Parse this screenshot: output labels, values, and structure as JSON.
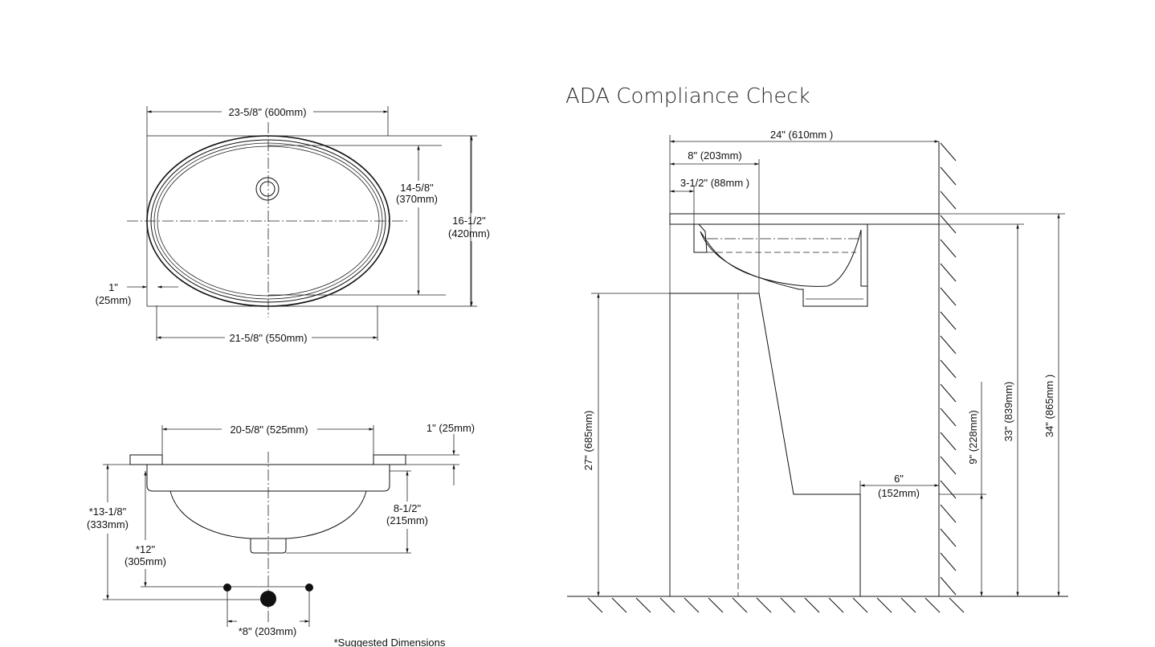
{
  "ada_title": "ADA Compliance Check",
  "top_view": {
    "overall_width": "23-5/8\" (600mm)",
    "bowl_width": "21-5/8\" (550mm)",
    "bowl_depth_in": "14-5/8\"",
    "bowl_depth_mm": "(370mm)",
    "overall_depth_in": "16-1/2\"",
    "overall_depth_mm": "(420mm)",
    "rim_in": "1\"",
    "rim_mm": "(25mm)"
  },
  "side_view": {
    "cutout_width": "20-5/8\" (525mm)",
    "counter_thickness": "1\" (25mm)",
    "bowl_height_in": "8-1/2\"",
    "bowl_height_mm": "(215mm)",
    "rim_height_in": "*13-1/8\"",
    "rim_height_mm": "(333mm)",
    "drain_height_in": "*12\"",
    "drain_height_mm": "(305mm)",
    "supply_spacing": "*8\" (203mm)",
    "footnote": "*Suggested Dimensions"
  },
  "ada_view": {
    "counter_depth": "24\" (610mm )",
    "bowl_front": "8\" (203mm)",
    "rim_front": "3-1/2\" (88mm )",
    "knee_height": "27\" (685mm)",
    "toe_depth_in": "6\"",
    "toe_depth_mm": "(152mm)",
    "toe_height": "9\" (228mm)",
    "rim_height": "33\" (839mm)",
    "counter_height": "34\" (865mm )"
  }
}
